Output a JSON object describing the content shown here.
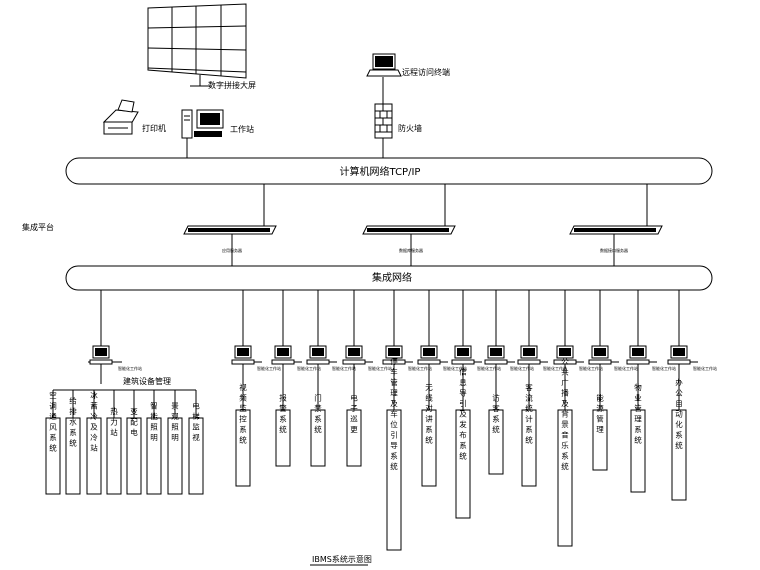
{
  "labels": {
    "video_wall": "数字拼接大屏",
    "printer": "打印机",
    "workstation": "工作站",
    "remote_terminal": "远程访问终端",
    "firewall": "防火墙",
    "computer_network": "计算机网络TCP/IP",
    "platform": "集成平台",
    "integration_network": "集成网络",
    "building_equipment_mgmt": "建筑设备管理",
    "footer_title": "IBMS系统示意图"
  },
  "servers": [
    {
      "label": "应用服务器"
    },
    {
      "label": "数据库服务器"
    },
    {
      "label": "数据接口服务器"
    }
  ],
  "workstation_label": "智能化工作站",
  "bas_subsystems": [
    {
      "label": "空调通风系统"
    },
    {
      "label": "给排水系统"
    },
    {
      "label": "冰蓄冷及冷站"
    },
    {
      "label": "热力站"
    },
    {
      "label": "变配电"
    },
    {
      "label": "智能照明"
    },
    {
      "label": "景观照明"
    },
    {
      "label": "电梯监视"
    }
  ],
  "subsystems": [
    {
      "label": "视频监控系统"
    },
    {
      "label": "报警系统"
    },
    {
      "label": "门禁系统"
    },
    {
      "label": "电子巡更"
    },
    {
      "label": "停车管理及车位引导系统"
    },
    {
      "label": "无线对讲系统"
    },
    {
      "label": "信息导引及发布系统"
    },
    {
      "label": "访客系统"
    },
    {
      "label": "客流统计系统"
    },
    {
      "label": "公共广播及背景音乐系统"
    },
    {
      "label": "能源管理"
    },
    {
      "label": "物业管理系统"
    },
    {
      "label": "办公自动化系统"
    }
  ]
}
